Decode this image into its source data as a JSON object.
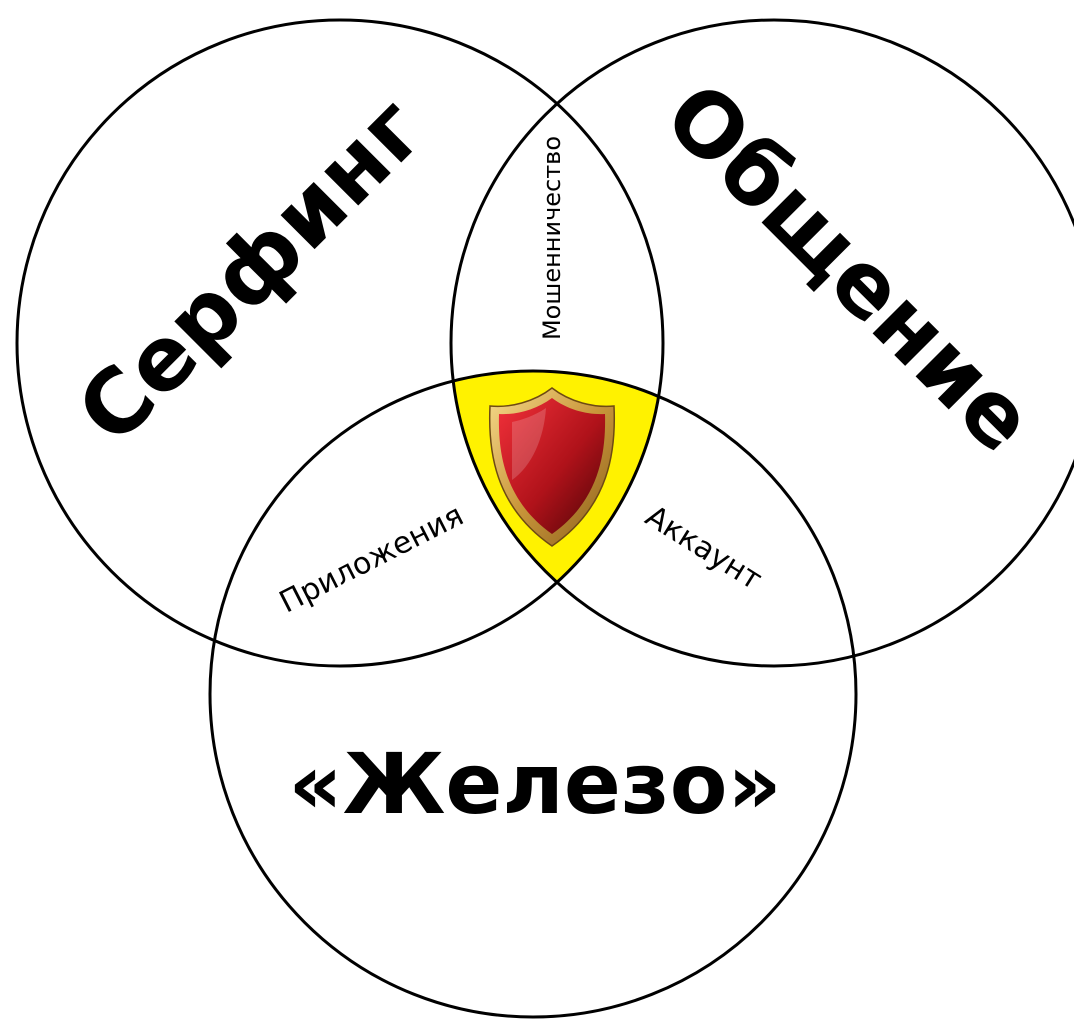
{
  "diagram": {
    "sets": [
      {
        "id": "left",
        "label": "Серфинг"
      },
      {
        "id": "right",
        "label": "Общение"
      },
      {
        "id": "bottom",
        "label": "«Железо»"
      }
    ],
    "intersections": [
      {
        "id": "left-right",
        "label": "Мошенничество"
      },
      {
        "id": "left-bottom",
        "label": "Приложения"
      },
      {
        "id": "right-bottom",
        "label": "Аккаунт"
      }
    ],
    "center": {
      "icon": "shield-icon",
      "fill_color": "#FFF200",
      "shield_colors": [
        "#E11B22",
        "#7A0A0C",
        "#D4A84A"
      ]
    }
  }
}
